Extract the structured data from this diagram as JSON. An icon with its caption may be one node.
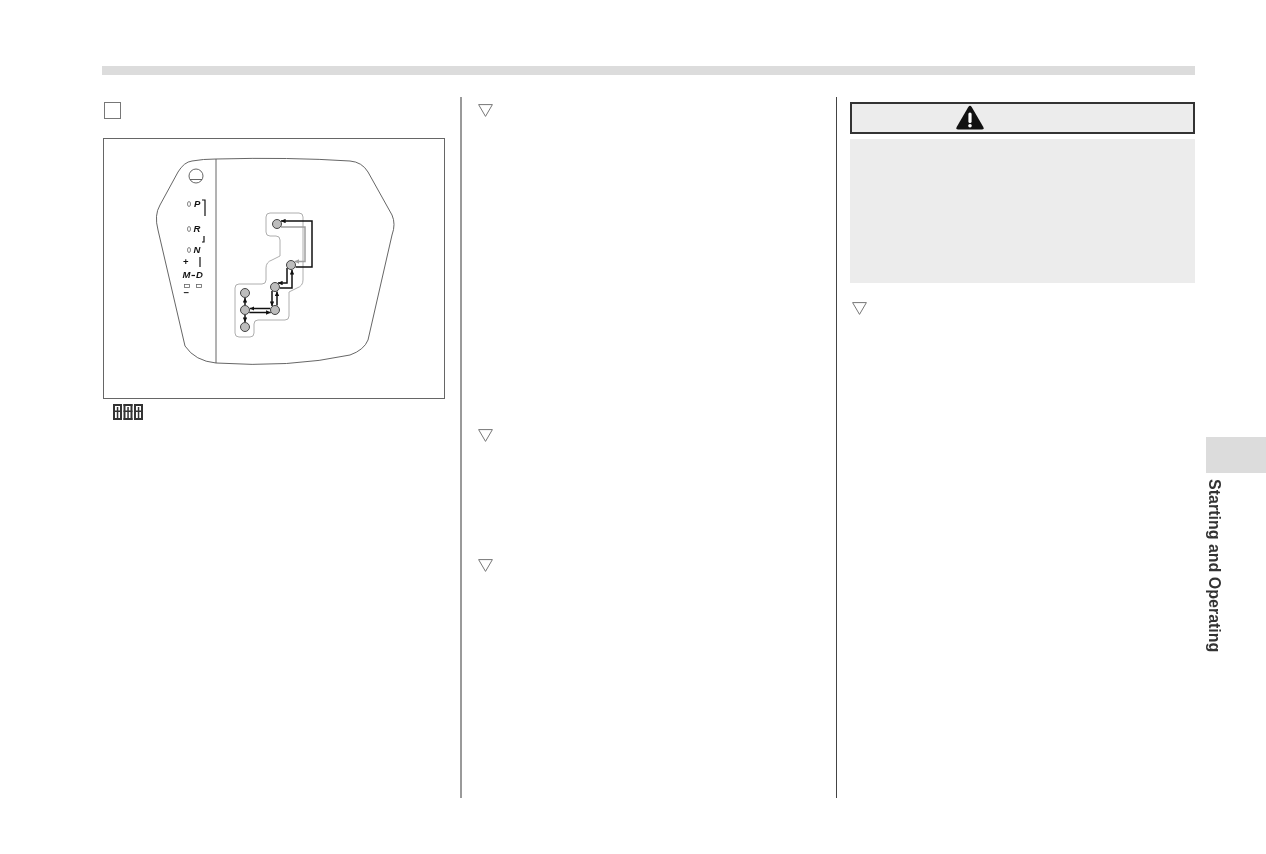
{
  "diagram": {
    "nodes": [
      {
        "text": [],
        "shape": "circle"
      },
      {
        "text": [],
        "shape": "circle"
      },
      {
        "text": [],
        "shape": "circle"
      },
      {
        "text": [],
        "shape": "circle"
      },
      {
        "text": [],
        "shape": "circle"
      },
      {
        "text": [],
        "shape": "circle"
      },
      {
        "text": [],
        "shape": "circle"
      }
    ],
    "edges": [
      {
        "from": 1,
        "to": 0,
        "arrow": "to"
      },
      {
        "from": 0,
        "to": 1,
        "arrow": "to",
        "color": "#a0a0a0"
      },
      {
        "from": 1,
        "to": 2,
        "arrow": "to"
      },
      {
        "from": 2,
        "to": 1,
        "arrow": "to"
      },
      {
        "from": 2,
        "to": 5,
        "arrow": "to"
      },
      {
        "from": 5,
        "to": 2,
        "arrow": "to"
      },
      {
        "from": 5,
        "to": 4,
        "arrow": "to"
      },
      {
        "from": 4,
        "to": 5,
        "arrow": "to"
      },
      {
        "from": 4,
        "to": 3,
        "arrow": "to"
      },
      {
        "from": 4,
        "to": 6,
        "arrow": "to"
      }
    ],
    "labels": [
      "P",
      "R",
      "N",
      "+",
      "M",
      "D",
      "−",
      "Starting and Operating"
    ]
  }
}
